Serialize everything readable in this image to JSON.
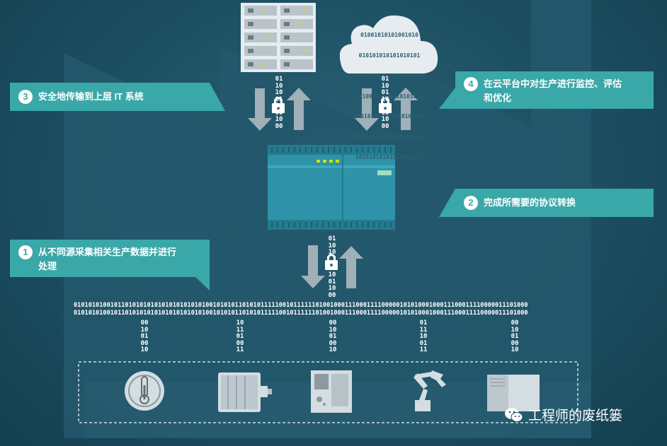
{
  "callouts": {
    "c1": {
      "num": "1",
      "text": "从不同源采集相关生产数据并进行\n处理"
    },
    "c2": {
      "num": "2",
      "text": "完成所需要的协议转换"
    },
    "c3": {
      "num": "3",
      "text": "安全地传输到上层 IT 系统"
    },
    "c4": {
      "num": "4",
      "text": "在云平台中对生产进行监控、评估\n和优化"
    }
  },
  "bitstream": {
    "line1": "0101010100101101010101010101010101010010101011010101111100101111110100100011100011110000010101000100011100011110000011101000",
    "line2": "0101010100101101010101010101010101010010101011010101111100101111110100100011100011110000010101000100011100011110000011101000"
  },
  "sensor_columns": [
    "00\n10\n01\n00\n10",
    "10\n11\n01\n00\n11",
    "00\n10\n01\n00\n10",
    "01\n11\n10\n01\n11",
    "00\n10\n01\n00\n10"
  ],
  "cloud_bits": [
    "01001010101001010",
    "010101010101010101",
    "0101010110101010101",
    "10100101101010101001",
    "010101010101010101010",
    "1010101010101011010101",
    "10101010101010101010"
  ],
  "link_columns": {
    "to_server": "01\n10\n10\n01\n10\n00\n10\n00",
    "to_cloud": "01\n10\n01\n10\n10\n00\n10\n00",
    "from_devices_top": "01\n10\n10",
    "from_devices_bottom": "10\n01\n10\n00"
  },
  "watermark": {
    "text": "工程师的废纸篓",
    "icon": "wechat-icon"
  },
  "devices": [
    "thermometer-icon",
    "motor-icon",
    "hmi-panel-icon",
    "robot-arm-icon",
    "drive-cabinet-icon"
  ]
}
